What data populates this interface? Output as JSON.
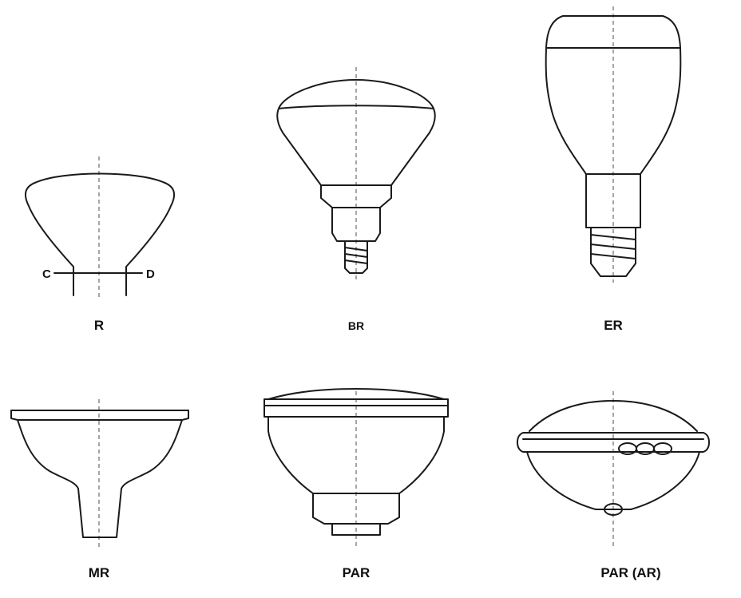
{
  "lamps": {
    "r": {
      "label": "R",
      "dim_left": "C",
      "dim_right": "D"
    },
    "br": {
      "label": "BR"
    },
    "er": {
      "label": "ER"
    },
    "mr": {
      "label": "MR"
    },
    "par": {
      "label": "PAR"
    },
    "par_ar": {
      "label": "PAR (AR)"
    }
  },
  "colors": {
    "outline": "#1a1a1a",
    "axis": "#888888",
    "background": "#ffffff"
  }
}
